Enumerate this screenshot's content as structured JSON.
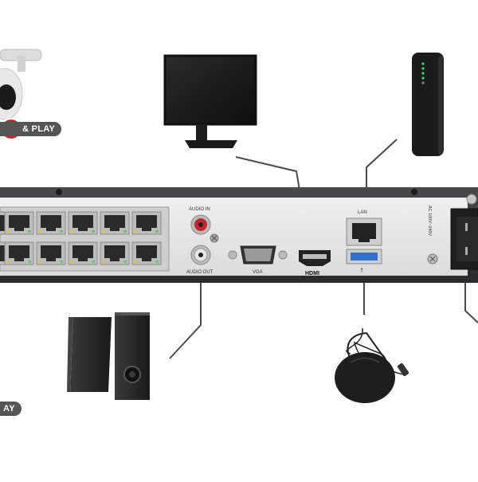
{
  "labels": {
    "plug_play_top": "& PLAY",
    "plug_play_bottom": "AY",
    "audio_in": "AUDIO IN",
    "audio_out": "AUDIO OUT",
    "vga": "VGA",
    "hdmi": "HDMI",
    "lan": "LAN",
    "usb_symbol": "⭡",
    "power_rating": "AC 100V~240V"
  },
  "colors": {
    "chassis": "#3a3a3c",
    "panel": "#e6e6e6",
    "plug_red": "#c8252c",
    "audio_red": "#c8252c",
    "usb_blue": "#2f6fd6",
    "badge_gray": "#555555"
  },
  "icons": [
    "camera-icon",
    "plug-icon",
    "monitor-icon",
    "router-icon",
    "speakers-icon",
    "mouse-icon",
    "ground-icon"
  ]
}
